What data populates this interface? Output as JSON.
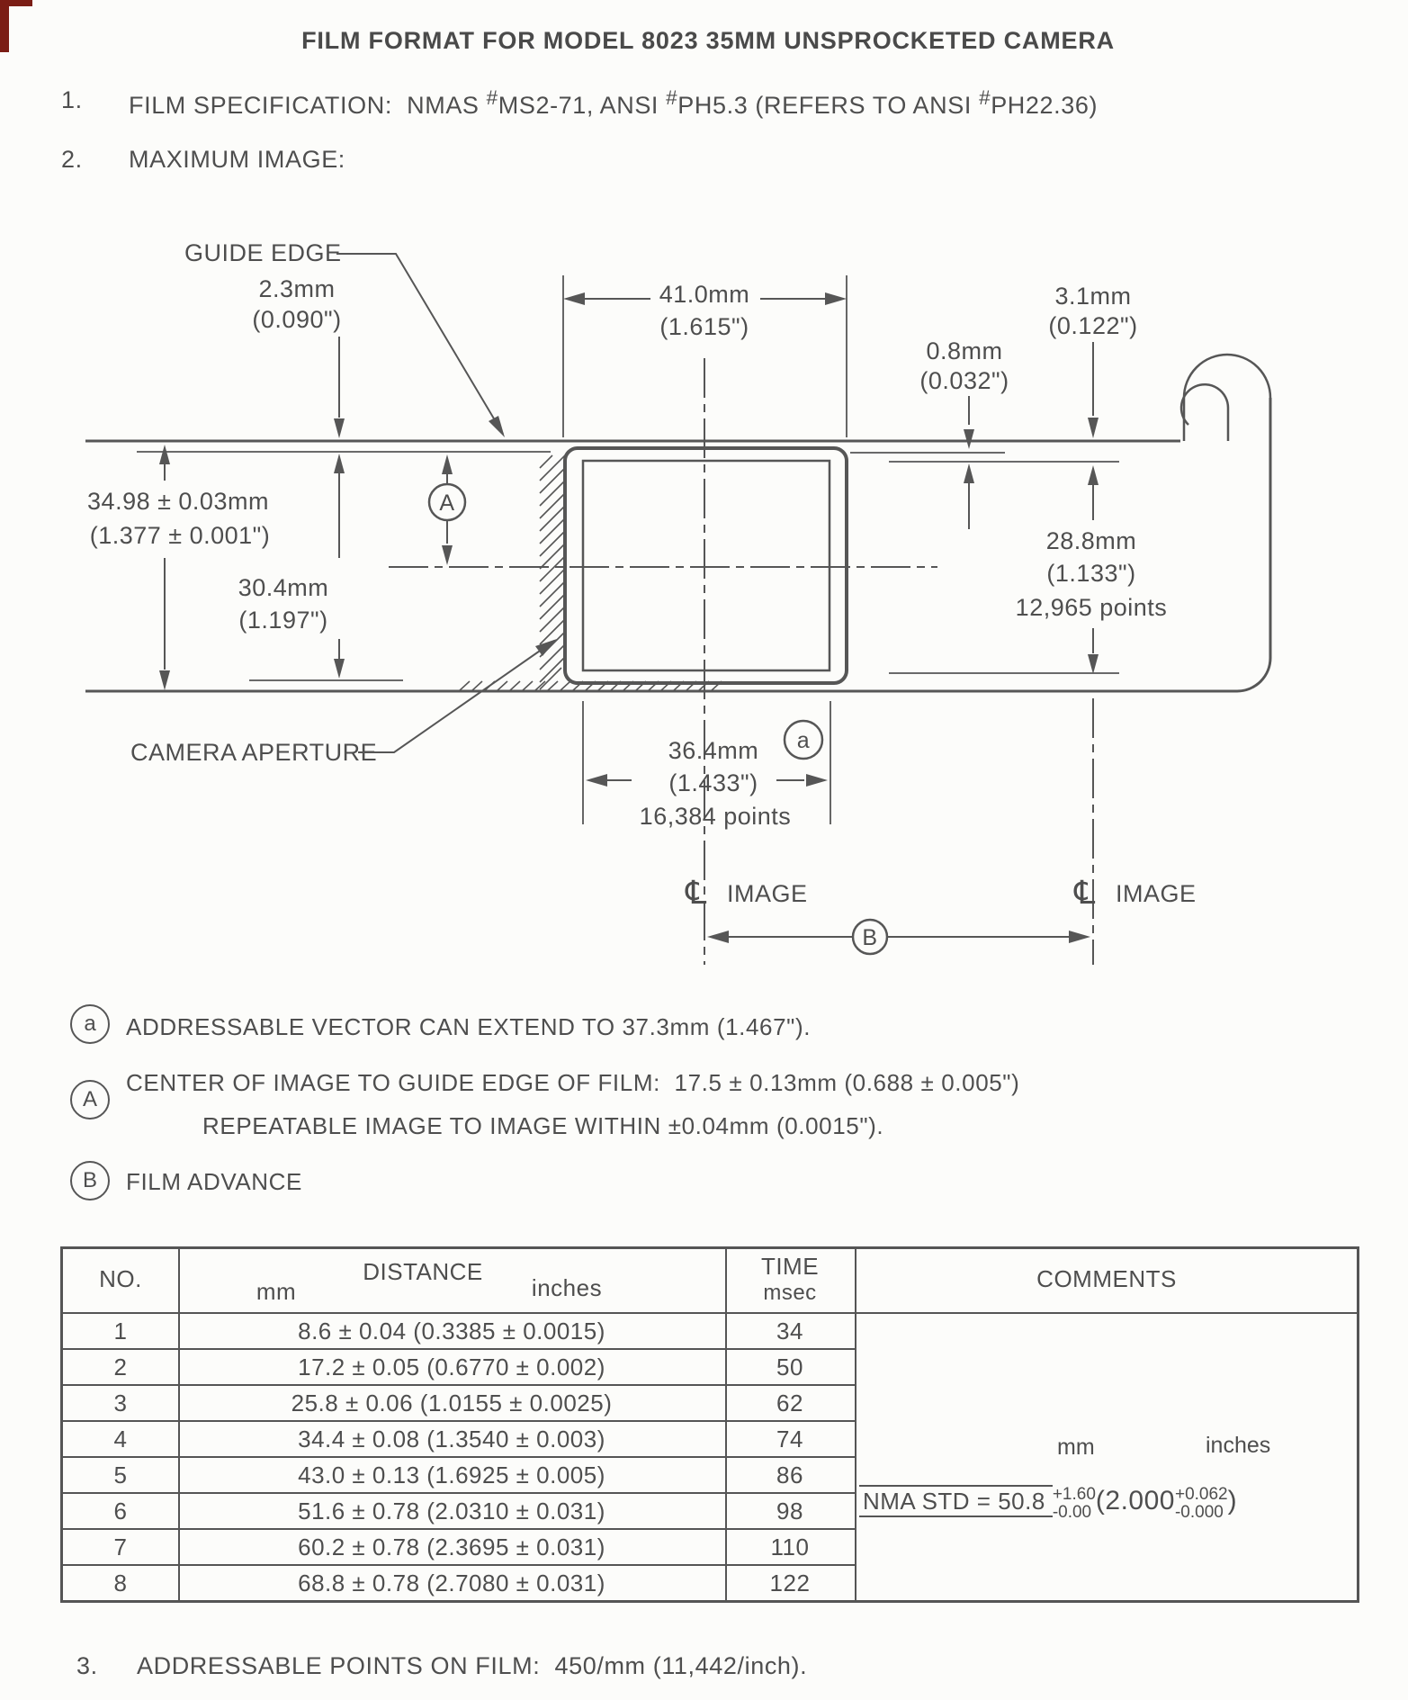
{
  "colors": {
    "ink": "#4e4e4e",
    "line": "#565656",
    "scan_artifact": "#7b1d15"
  },
  "page": {
    "title": "FILM FORMAT FOR MODEL 8023 35MM UNSPROCKETED CAMERA"
  },
  "items": {
    "one": {
      "no": "1.",
      "text_pre": "FILM SPECIFICATION:  NMAS ",
      "hash": "#",
      "seg_ms": "MS2-71, ANSI ",
      "seg_ph": "PH5.3 (REFERS TO ANSI ",
      "seg_ph2": "PH22.36)"
    },
    "two": {
      "no": "2.",
      "label": "MAXIMUM IMAGE:"
    },
    "three": {
      "no": "3.",
      "label": "ADDRESSABLE POINTS ON FILM:  450/mm (11,442/inch)."
    }
  },
  "diagram": {
    "guide_edge": "GUIDE EDGE",
    "camera_aperture": "CAMERA APERTURE",
    "d41": {
      "mm": "41.0mm",
      "in": "(1.615\")"
    },
    "d23": {
      "mm": "2.3mm",
      "in": "(0.090\")"
    },
    "d08": {
      "mm": "0.8mm",
      "in": "(0.032\")"
    },
    "d31": {
      "mm": "3.1mm",
      "in": "(0.122\")"
    },
    "d3498": {
      "mm": "34.98 ± 0.03mm",
      "in": "(1.377 ± 0.001\")"
    },
    "d304": {
      "mm": "30.4mm",
      "in": "(1.197\")"
    },
    "d288": {
      "mm": "28.8mm",
      "in": "(1.133\")",
      "pts": "12,965 points"
    },
    "d364": {
      "mm": "36.4mm",
      "in": "(1.433\")",
      "pts": "16,384 points"
    },
    "cl": "℄",
    "image_label": "IMAGE",
    "balloon_a": "a",
    "balloon_A": "A",
    "balloon_B": "B"
  },
  "notes": [
    {
      "ref": "a",
      "line1": "ADDRESSABLE VECTOR CAN EXTEND TO 37.3mm (1.467\")."
    },
    {
      "ref": "A",
      "line1": "CENTER OF IMAGE TO GUIDE EDGE OF FILM:  17.5 ± 0.13mm (0.688 ± 0.005\")",
      "line2": "REPEATABLE IMAGE TO IMAGE WITHIN ±0.04mm (0.0015\")."
    },
    {
      "ref": "B",
      "line1": "FILM ADVANCE"
    }
  ],
  "table": {
    "headers": {
      "no": "NO.",
      "distance": "DISTANCE",
      "mm": "mm",
      "inches": "inches",
      "time": "TIME",
      "time_unit": "msec",
      "comments": "COMMENTS"
    },
    "rows": [
      {
        "no": "1",
        "distance": "8.6 ± 0.04 (0.3385 ± 0.0015)",
        "time": "34"
      },
      {
        "no": "2",
        "distance": "17.2 ± 0.05 (0.6770 ± 0.002)",
        "time": "50"
      },
      {
        "no": "3",
        "distance": "25.8 ± 0.06 (1.0155 ± 0.0025)",
        "time": "62"
      },
      {
        "no": "4",
        "distance": "34.4 ± 0.08 (1.3540 ± 0.003)",
        "time": "74"
      },
      {
        "no": "5",
        "distance": "43.0 ± 0.13 (1.6925 ± 0.005)",
        "time": "86"
      },
      {
        "no": "6",
        "distance": "51.6 ± 0.78 (2.0310 ± 0.031)",
        "time": "98"
      },
      {
        "no": "7",
        "distance": "60.2 ± 0.78 (2.3695 ± 0.031)",
        "time": "110"
      },
      {
        "no": "8",
        "distance": "68.8 ± 0.78 (2.7080 ± 0.031)",
        "time": "122"
      }
    ],
    "comment": {
      "col_mm": "mm",
      "col_inches": "inches",
      "main": "NMA STD = 50.8",
      "mm_plus": "+1.60",
      "mm_minus": "-0.00",
      "in_open": "(2.000",
      "in_plus": "+0.062",
      "in_minus": "-0.000",
      "in_close": ")"
    }
  }
}
